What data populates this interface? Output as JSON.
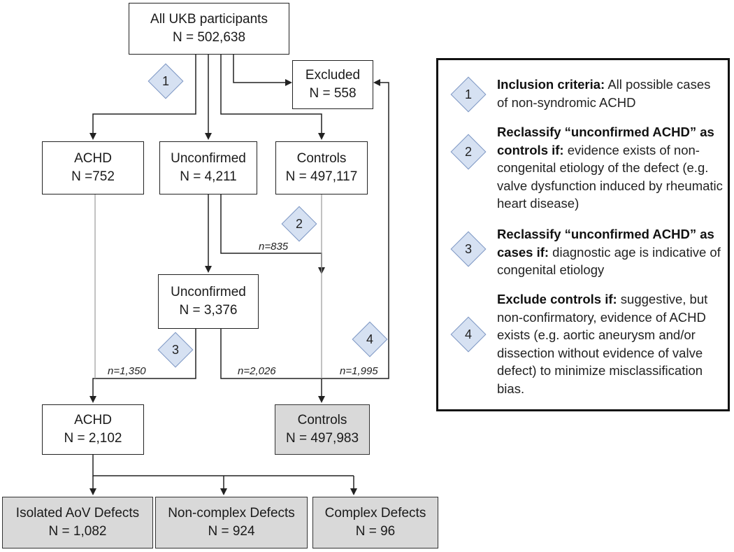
{
  "boxes": {
    "all_ukb": {
      "title": "All UKB participants",
      "n": "N = 502,638"
    },
    "excluded": {
      "title": "Excluded",
      "n": "N = 558"
    },
    "achd": {
      "title": "ACHD",
      "n": "N =752"
    },
    "unconfirmed": {
      "title": "Unconfirmed",
      "n": "N = 4,211"
    },
    "controls": {
      "title": "Controls",
      "n": "N = 497,117"
    },
    "unconfirmed2": {
      "title": "Unconfirmed",
      "n": "N = 3,376"
    },
    "achd_final": {
      "title": "ACHD",
      "n": "N = 2,102"
    },
    "controls_final": {
      "title": "Controls",
      "n": "N = 497,983"
    },
    "isolated_aov": {
      "title": "Isolated AoV Defects",
      "n": "N = 1,082"
    },
    "non_complex": {
      "title": "Non-complex Defects",
      "n": "N = 924"
    },
    "complex": {
      "title": "Complex Defects",
      "n": "N = 96"
    }
  },
  "flow_labels": {
    "n835": "n=835",
    "n1350": "n=1,350",
    "n2026": "n=2,026",
    "n1995": "n=1,995"
  },
  "markers": [
    "1",
    "2",
    "3",
    "4"
  ],
  "legend": [
    {
      "num": "1",
      "bold": "Inclusion criteria:",
      "text": " All possible cases of non-syndromic ACHD"
    },
    {
      "num": "2",
      "bold": "Reclassify “unconfirmed ACHD” as controls if:",
      "text": " evidence exists of non-congenital etiology of the defect (e.g. valve dysfunction induced by rheumatic heart disease)"
    },
    {
      "num": "3",
      "bold": "Reclassify “unconfirmed ACHD” as cases if:",
      "text": " diagnostic age is indicative of congenital etiology"
    },
    {
      "num": "4",
      "bold": "Exclude controls if:",
      "text": " suggestive, but non-confirmatory, evidence of ACHD exists (e.g. aortic aneurysm and/or dissection without evidence of valve defect) to minimize misclassification bias."
    }
  ],
  "colors": {
    "marker_fill": "#d6e1f2",
    "marker_border": "#7f98c4",
    "final_box_fill": "#d9d9d9",
    "line": "#222222",
    "light_line": "#9a9a9a"
  }
}
